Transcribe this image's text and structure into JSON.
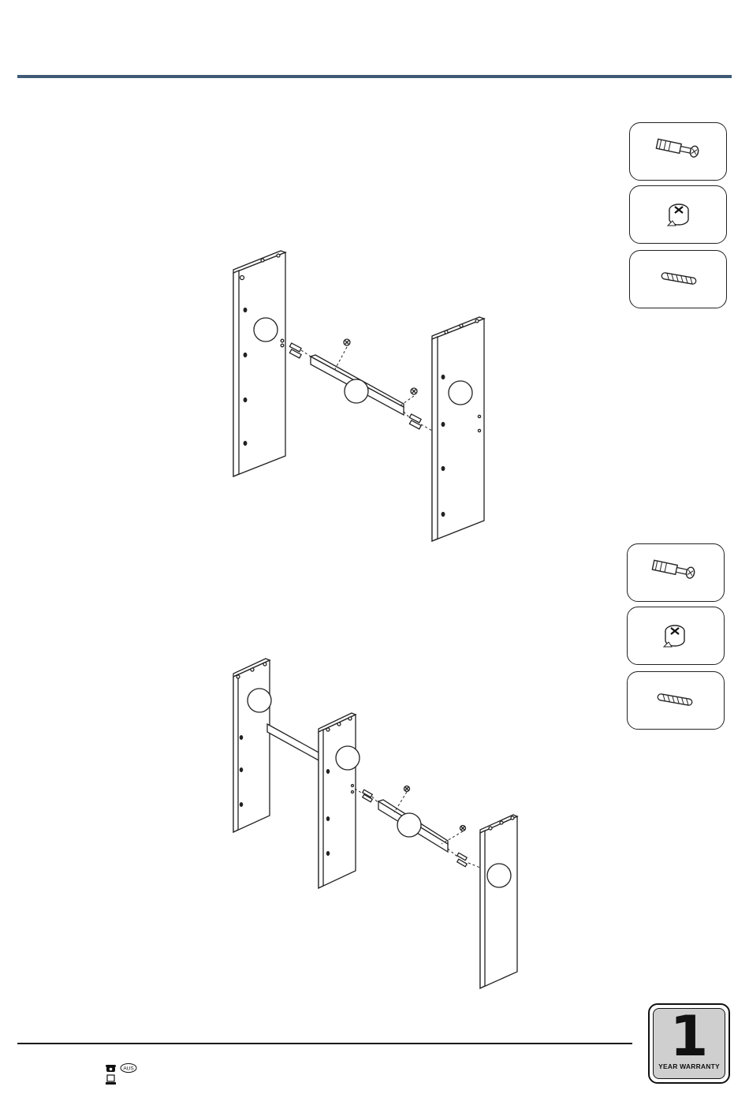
{
  "hardware_icons": [
    "cam-bolt-icon",
    "cam-lock-icon",
    "wooden-dowel-icon"
  ],
  "warranty": {
    "number": "1",
    "label": "YEAR WARRANTY"
  },
  "contact": {
    "phone_icon": "telephone-icon",
    "computer_icon": "computer-icon",
    "region": "AUS"
  }
}
